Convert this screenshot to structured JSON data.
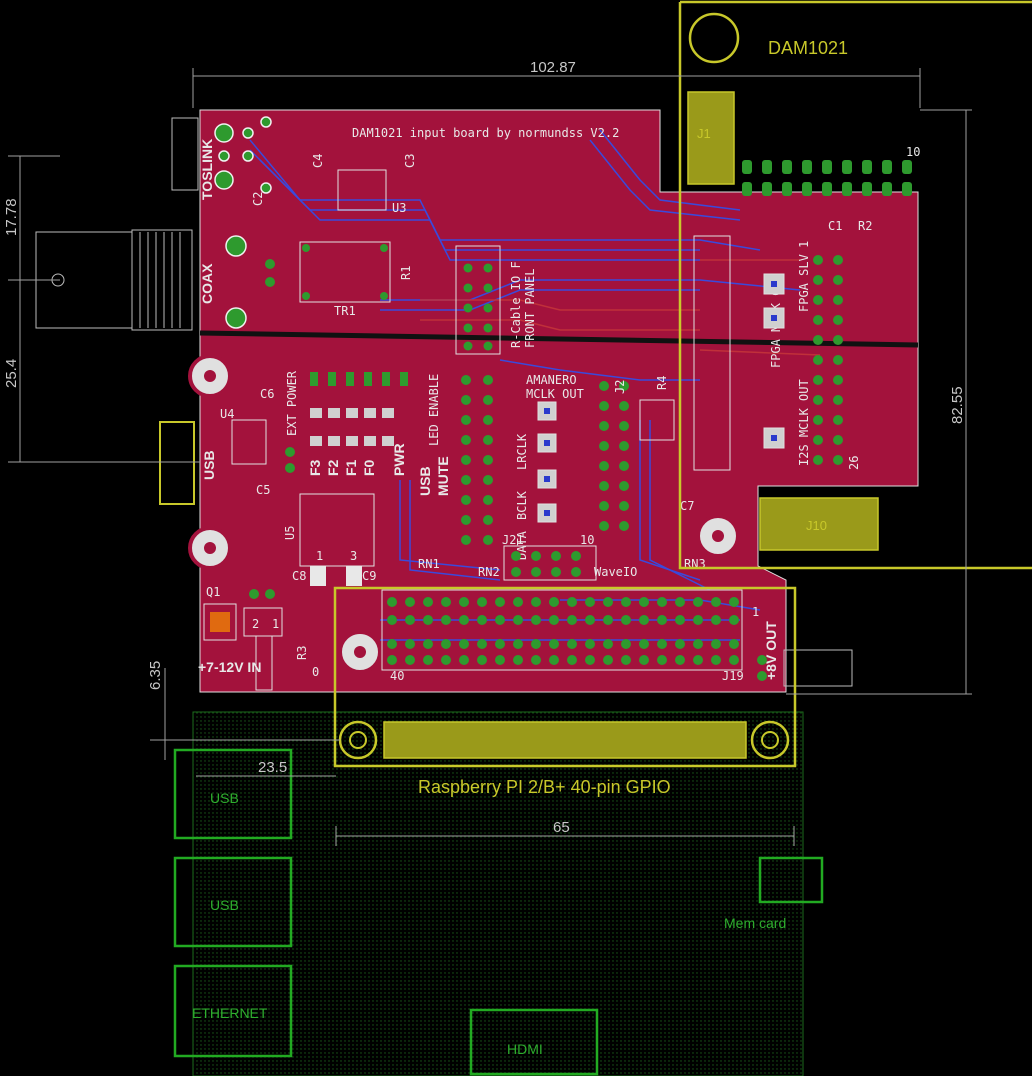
{
  "board": {
    "title": "DAM1021 input board by normundss V2.2",
    "refdes": {
      "tr1": "TR1",
      "u3": "U3",
      "u4": "U4",
      "u5": "U5",
      "q1": "Q1",
      "r1": "R1",
      "r3": "R3",
      "r4": "R4",
      "c1": "C1",
      "c2": "C2",
      "c3": "C3",
      "c4": "C4",
      "c5": "C5",
      "c6": "C6",
      "c7": "C7",
      "c8": "C8",
      "c9": "C9",
      "r2": "R2",
      "rn1": "RN1",
      "rn2": "RN2",
      "rn3": "RN3",
      "j19": "J19",
      "j21": "J21",
      "j1": "J1",
      "j10": "J10",
      "j2": "J2"
    },
    "labels": {
      "toslink": "TOSLINK",
      "coax": "COAX",
      "usb": "USB",
      "ext_power": "EXT POWER",
      "led_enable": "LED ENABLE",
      "fuses": [
        "F3",
        "F2",
        "F1",
        "F0"
      ],
      "pwr": "PWR",
      "usb_small": "USB",
      "mute": "MUTE",
      "amanero": "AMANERO",
      "mclk_out": "MCLK OUT",
      "lrclk": "LRCLK",
      "bclk": "BCLK",
      "data": "DATA",
      "wavelo": "WaveIO",
      "rcable": "R-Cable IO F",
      "front_panel": "FRONT PANEL",
      "fpga_slv": "FPGA SLV",
      "fpga_mclk": "FPGA MCLK OUT",
      "i2s_mclk": "I2S MCLK OUT",
      "power_in": "+7-12V IN",
      "out_8v": "+8V OUT",
      "pin1": "1",
      "pin40": "40",
      "pin10": "10",
      "pin26": "26",
      "pin1b": "1",
      "pin10b": "10",
      "u5_pin1": "1",
      "u5_pin3": "3",
      "q_pin2": "2",
      "q_pin1": "1",
      "r3_0": "0"
    }
  },
  "dimensions": {
    "width_top": "102.87",
    "height_right": "82.55",
    "left_a": "17.78",
    "left_b": "25.4",
    "left_c": "6.35",
    "pi_offset": "23.5",
    "pi_width": "65"
  },
  "overlays": {
    "dam_label": "DAM1021",
    "rpi_label": "Raspberry PI 2/B+ 40-pin GPIO"
  },
  "pi": {
    "usb1": "USB",
    "usb2": "USB",
    "ethernet": "ETHERNET",
    "hdmi": "HDMI",
    "memcard": "Mem card"
  },
  "colors": {
    "board": "#a3123c",
    "copper_pad": "#2e9a2e",
    "silkscreen": "#e8e8e8",
    "overlay_yellow": "#c8c82a",
    "pi_green": "#22aa22"
  }
}
